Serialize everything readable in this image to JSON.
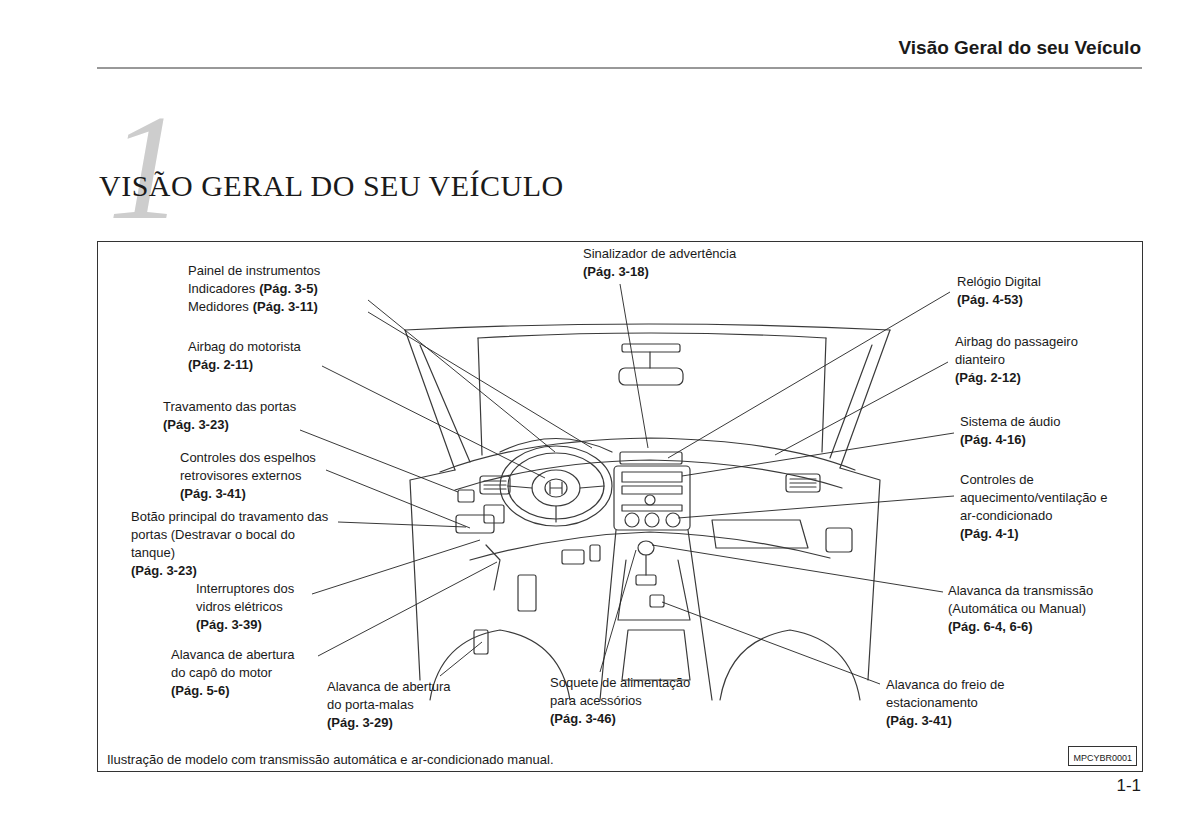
{
  "diagram": {
    "title": "VISÃO GERAL DO SEU VEÍCULO",
    "nodes": [
      {
        "text": [
          "Ilustração de modelo com transmissão automática e ar-condicionado manual."
        ]
      },
      {
        "text": [
          "MPCYBR0001"
        ],
        "in": 0
      }
    ],
    "labels": [
      "Visão Geral do seu Veículo",
      "1",
      "Sinalizador de advertência",
      "(Pág. 3-18)",
      "Painel de instrumentos",
      "Indicadores",
      "(Pág. 3-5)",
      "Medidores",
      "(Pág. 3-11)",
      "Relógio Digital",
      "(Pág. 4-53)",
      "Airbag do motorista",
      "(Pág. 2-11)",
      "Airbag do passageiro dianteiro",
      "(Pág. 2-12)",
      "Travamento das portas",
      "(Pág. 3-23)",
      "Sistema de áudio",
      "(Pág. 4-16)",
      "Controles dos espelhos retrovisores externos",
      "(Pág. 3-41)",
      "Controles de aquecimento/ventilação e ar-condicionado",
      "(Pág. 4-1)",
      "Botão principal do travamento das portas (Destravar o bocal do tanque)",
      "(Pág. 3-23)",
      "Interruptores dos vidros elétricos",
      "(Pág. 3-39)",
      "Alavanca da transmissão (Automática ou Manual)",
      "(Pág. 6-4, 6-6)",
      "Alavanca de abertura do capô do motor",
      "(Pág. 5-6)",
      "Alavanca de abertura do porta-malas",
      "(Pág. 3-29)",
      "Soquete de alimentação para acessórios",
      "(Pág. 3-46)",
      "Alavanca do freio de estacionamento",
      "(Pág. 3-41)",
      "1-1"
    ]
  }
}
